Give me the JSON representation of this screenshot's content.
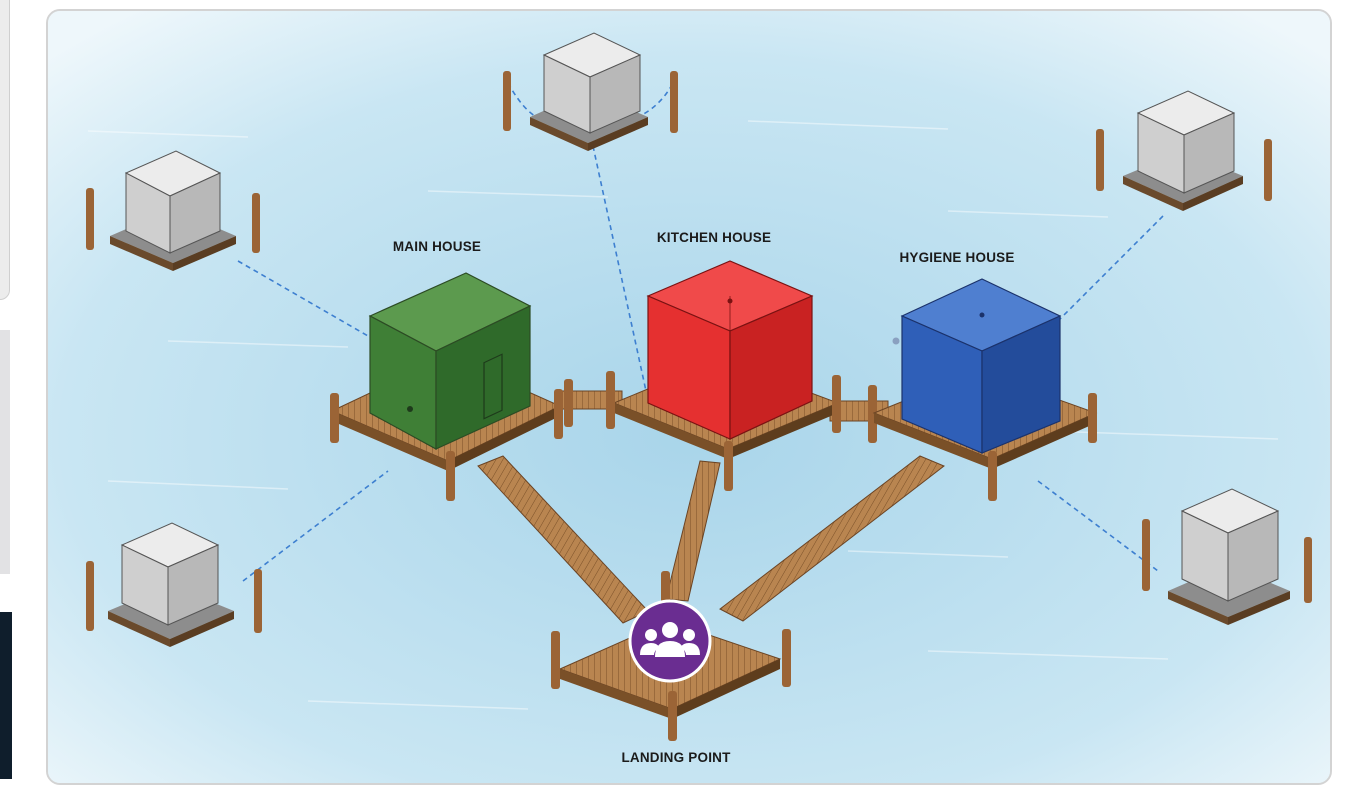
{
  "diagram": {
    "labels": {
      "main_house": "MAIN HOUSE",
      "kitchen_house": "KITCHEN HOUSE",
      "hygiene_house": "HYGIENE HOUSE",
      "landing_point": "LANDING POINT"
    },
    "houses": [
      {
        "name": "main-house",
        "color": "#3f7f36"
      },
      {
        "name": "kitchen-house",
        "color": "#e53030"
      },
      {
        "name": "hygiene-house",
        "color": "#2f5fb8"
      }
    ],
    "landing_icon": "people-group-icon",
    "landing_icon_color": "#6a2d91",
    "water_color": "#bfe0ee",
    "deck_color": "#b07a45",
    "pod_color": "#d6d6d6",
    "tether_color": "#3d7fd0"
  }
}
